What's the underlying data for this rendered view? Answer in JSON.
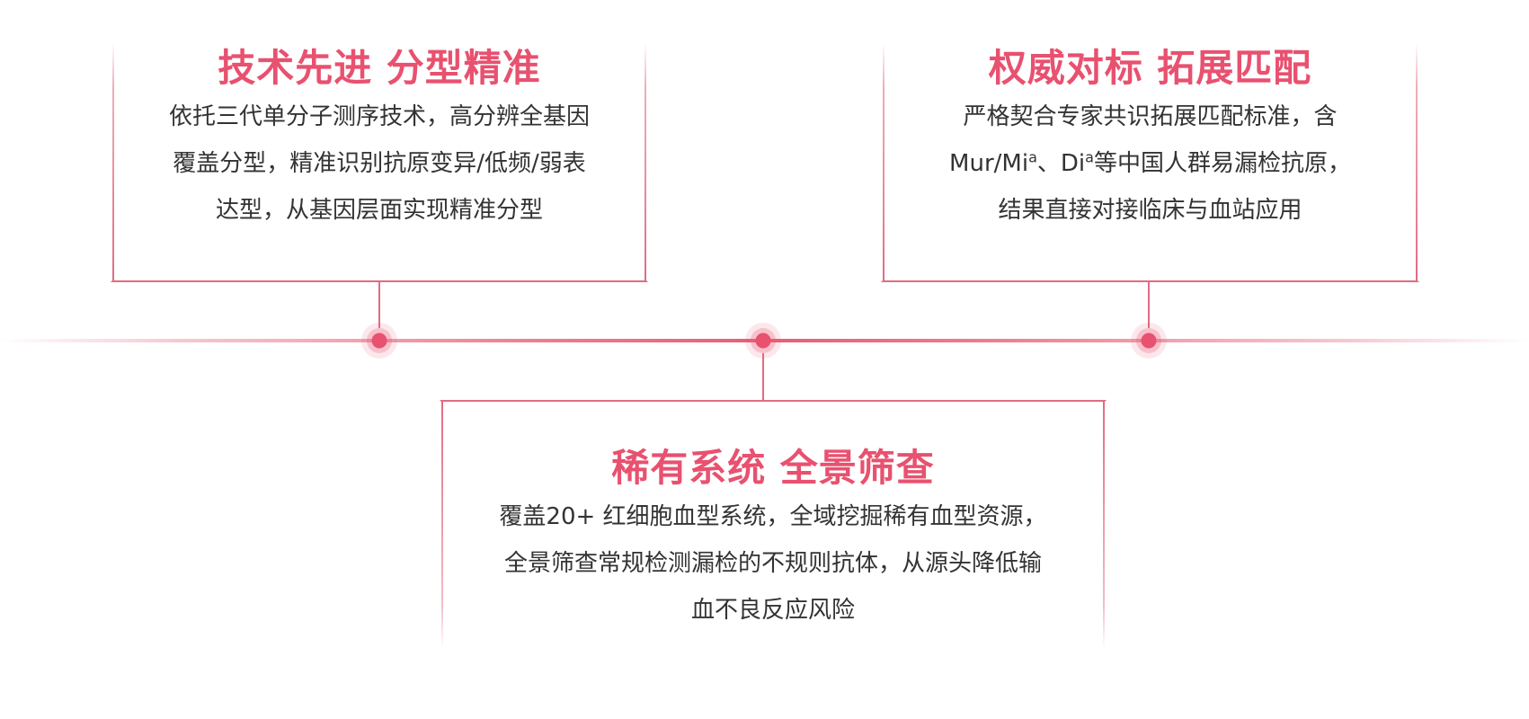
{
  "cards": {
    "tech": {
      "title": "技术先进 分型精准",
      "lines": [
        "依托三代单分子测序技术，高分辨全基因",
        "覆盖分型，精准识别抗原变异/低频/弱表",
        "达型，从基因层面实现精准分型"
      ]
    },
    "authority": {
      "title": "权威对标 拓展匹配",
      "line1": "严格契合专家共识拓展匹配标准，含",
      "line2_part1": "Mur/Mi",
      "line2_sup1": "a",
      "line2_part2": "、Di",
      "line2_sup2": "a",
      "line2_part3": "等中国人群易漏检抗原，",
      "line3": "结果直接对接临床与血站应用"
    },
    "rare": {
      "title": "稀有系统 全景筛查",
      "lines": [
        "覆盖20+ 红细胞血型系统，全域挖掘稀有血型资源，",
        "全景筛查常规检测漏检的不规则抗体，从源头降低输",
        "血不良反应风险"
      ]
    }
  },
  "colors": {
    "accent": "#e8516f",
    "line": "#e26b82",
    "text": "#333333"
  }
}
